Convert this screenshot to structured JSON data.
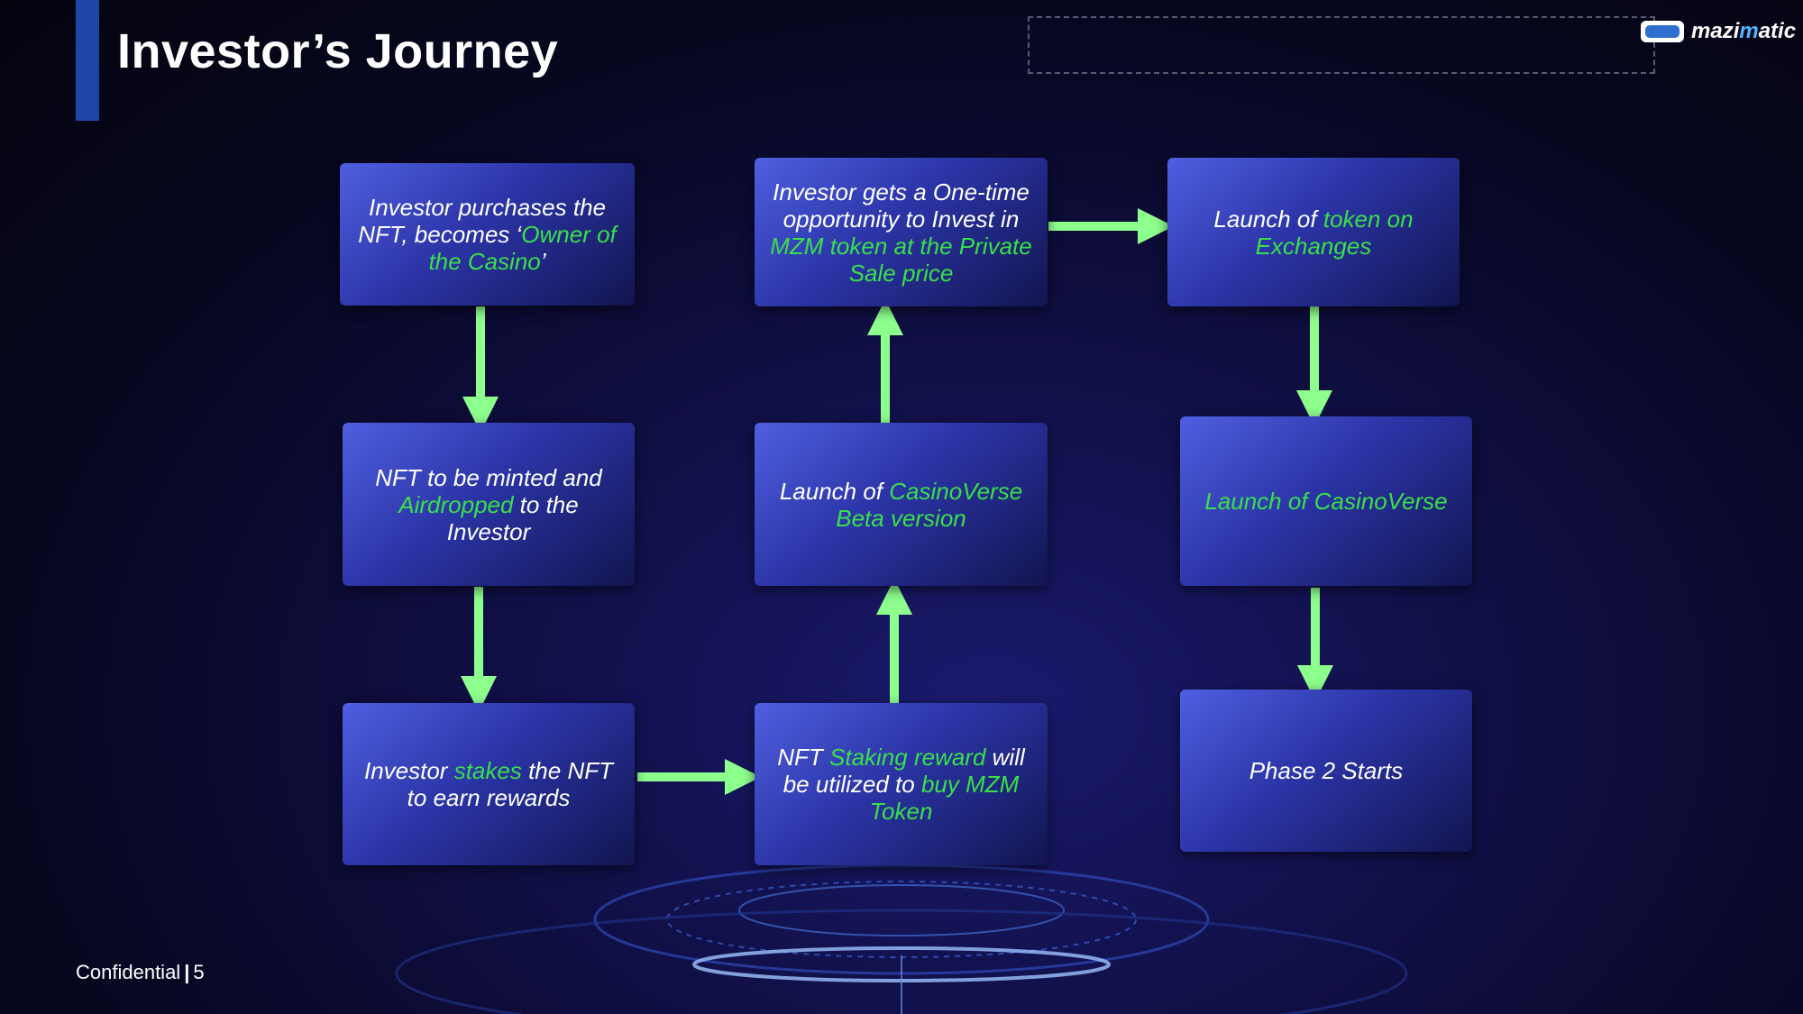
{
  "slide": {
    "title": "Investor’s Journey"
  },
  "logo": {
    "text_a": "mazi",
    "text_b": "m",
    "text_c": "atic"
  },
  "footer": {
    "label": "Confidential",
    "separator": "|",
    "page": "5"
  },
  "colors": {
    "highlight": "#39e04a",
    "arrow": "#8dff8d",
    "accent_bar": "#1f45a8"
  },
  "nodes": {
    "purchase": {
      "t1": "Investor purchases the NFT, becomes ‘",
      "h1": "Owner of the Casino",
      "t2": "’"
    },
    "airdrop": {
      "t1": "NFT to be minted and ",
      "h1": "Airdropped",
      "t2": " to the Investor"
    },
    "stake": {
      "t1": "Investor ",
      "h1": "stakes",
      "t2": " the NFT to earn rewards"
    },
    "reward": {
      "t1": "NFT ",
      "h1": "Staking reward",
      "t2": " will be utilized to ",
      "h2": "buy MZM Token"
    },
    "beta": {
      "t1": "Launch of ",
      "h1": "CasinoVerse Beta version"
    },
    "opportunity": {
      "t1": "Investor gets a One-time opportunity to Invest in ",
      "h1": "MZM token at the Private Sale price"
    },
    "exchanges": {
      "t1": "Launch of ",
      "h1": "token on Exchanges"
    },
    "casinoverse": {
      "h1": "Launch of CasinoVerse"
    },
    "phase2": {
      "t1": "Phase 2 Starts"
    }
  }
}
